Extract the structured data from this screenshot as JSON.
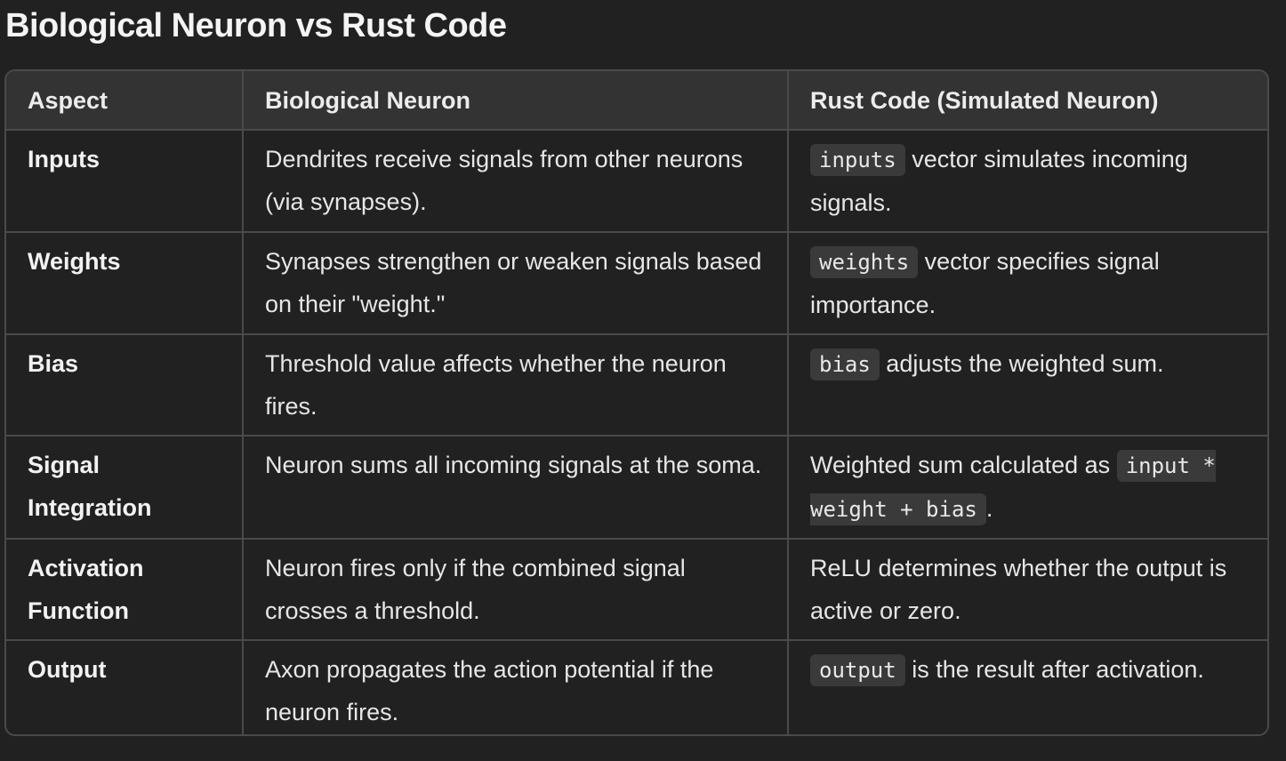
{
  "title": "Biological Neuron vs Rust Code",
  "table": {
    "headers": [
      "Aspect",
      "Biological Neuron",
      "Rust Code (Simulated Neuron)"
    ],
    "rows": [
      {
        "aspect": "Inputs",
        "biological": "Dendrites receive signals from other neurons (via synapses).",
        "rust": {
          "code": "inputs",
          "text": " vector simulates incoming signals."
        }
      },
      {
        "aspect": "Weights",
        "biological": "Synapses strengthen or weaken signals based on their \"weight.\"",
        "rust": {
          "code": "weights",
          "text": " vector specifies signal importance."
        }
      },
      {
        "aspect": "Bias",
        "biological": "Threshold value affects whether the neuron fires.",
        "rust": {
          "code": "bias",
          "text": " adjusts the weighted sum."
        }
      },
      {
        "aspect": "Signal Integration",
        "biological": "Neuron sums all incoming signals at the soma.",
        "rust": {
          "prefix": "Weighted sum calculated as ",
          "code": "input * weight + bias",
          "suffix": "."
        }
      },
      {
        "aspect": "Activation Function",
        "biological": "Neuron fires only if the combined signal crosses a threshold.",
        "rust": {
          "text": "ReLU determines whether the output is active or zero."
        }
      },
      {
        "aspect": "Output",
        "biological": "Axon propagates the action potential if the neuron fires.",
        "rust": {
          "code": "output",
          "text": " is the result after activation."
        }
      }
    ]
  },
  "colors": {
    "background": "#212121",
    "header_background": "#333333",
    "border": "#4a4a4a",
    "code_background": "#3a3a3a",
    "text": "#ececec"
  }
}
